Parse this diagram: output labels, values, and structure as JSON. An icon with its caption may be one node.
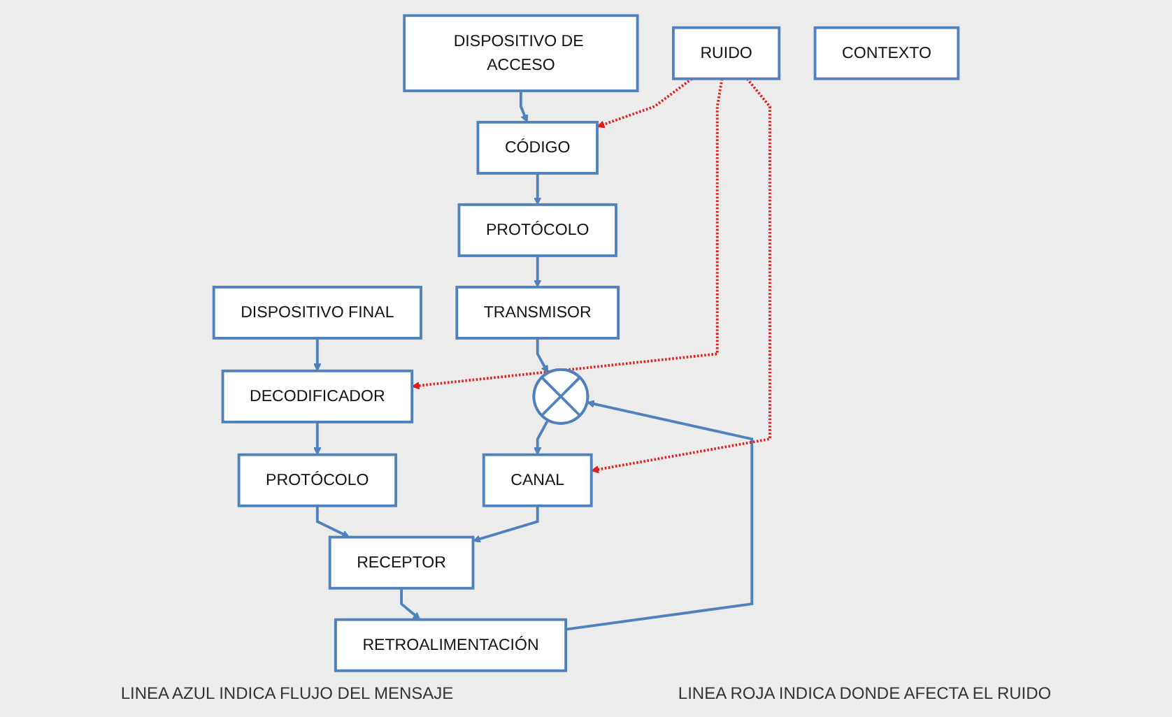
{
  "diagram": {
    "nodes": [
      {
        "text": [
          "DISPOSITIVO DE ACCESO"
        ]
      },
      {
        "text": [
          "DISPOSITIVO FINAL"
        ]
      },
      {
        "text": [
          "CÓDIGO"
        ]
      },
      {
        "text": [
          "RUIDO"
        ]
      },
      {
        "text": [
          "DECODIFICADOR"
        ]
      },
      {
        "text": [
          "PROTÓCOLO"
        ]
      },
      {
        "text": [
          "PROTÓCOLO"
        ]
      },
      {
        "text": [
          "TRANSMISOR"
        ]
      },
      {
        "text": [],
        "shape": "circle"
      },
      {
        "text": [
          "CANAL"
        ]
      },
      {
        "text": [
          "RECEPTOR"
        ]
      },
      {
        "text": [
          "CONTEXTO"
        ]
      },
      {
        "text": [
          "RETROALIMENTACIÓN"
        ]
      }
    ],
    "edges": [
      {
        "from": 0,
        "to": 2,
        "arrow": "to"
      },
      {
        "from": 2,
        "to": 5,
        "arrow": "to"
      },
      {
        "from": 5,
        "to": 7,
        "arrow": "to"
      },
      {
        "from": 7,
        "to": 8,
        "arrow": "to"
      },
      {
        "from": 8,
        "to": 9,
        "arrow": "to"
      },
      {
        "from": 9,
        "to": 10,
        "arrow": "to"
      },
      {
        "from": 1,
        "to": 4,
        "arrow": "to"
      },
      {
        "from": 4,
        "to": 6,
        "arrow": "to"
      },
      {
        "from": 6,
        "to": 10,
        "arrow": "to"
      },
      {
        "from": 10,
        "to": 12,
        "arrow": "to"
      },
      {
        "from": 12,
        "to": 8,
        "arrow": "to"
      },
      {
        "from": 3,
        "to": 2,
        "arrow": "to",
        "style": "dashed",
        "color": "#e02020"
      },
      {
        "from": 3,
        "to": 4,
        "arrow": "to",
        "style": "dashed",
        "color": "#e02020"
      },
      {
        "from": 3,
        "to": 9,
        "arrow": "to",
        "style": "dashed",
        "color": "#e02020"
      }
    ],
    "labels": [
      "LINEA AZUL INDICA FLUJO DEL MENSAJE",
      "LINEA ROJA INDICA DONDE AFECTA EL RUIDO"
    ]
  }
}
